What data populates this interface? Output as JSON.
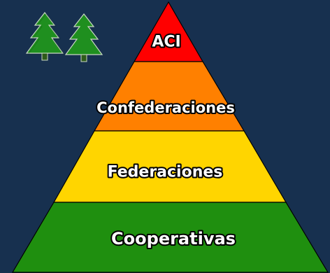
{
  "background": "#17304f",
  "pyramid": {
    "tiers": [
      {
        "label": "ACI",
        "color": "#ff0000"
      },
      {
        "label": "Confederaciones",
        "color": "#ff8000"
      },
      {
        "label": "Federaciones",
        "color": "#ffd500"
      },
      {
        "label": "Cooperativas",
        "color": "#1f8f0f"
      }
    ]
  },
  "logo": {
    "icon": "two-pine-trees",
    "tree_color": "#1f8f1f",
    "trunk_color": "#2e5a1a"
  }
}
